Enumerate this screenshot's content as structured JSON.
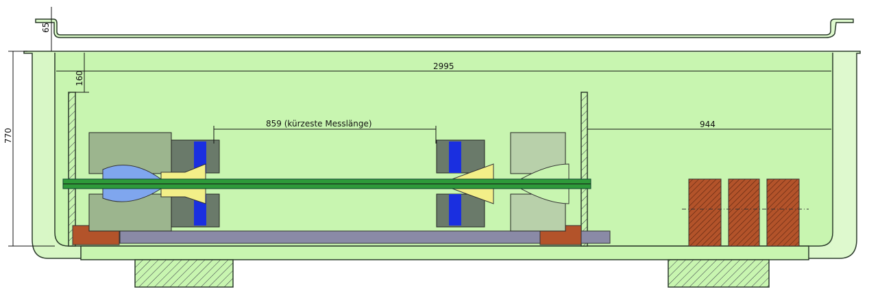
{
  "drawing": {
    "dimensions": {
      "lid_height": "65",
      "top_clearance": "160",
      "total_height": "770",
      "total_length": "2995",
      "shortest_measuring_length": "859 (kürzeste Messlänge)",
      "right_clearance": "944"
    },
    "colors": {
      "tank_fill": "#c8f5b0",
      "shaft": "#2e9a3a",
      "blue_part": "#7fa6ee",
      "yellow_part": "#f3ef88",
      "pipe": "#8a8aa6",
      "copper": "#b3532a",
      "coil_blue": "#1a2fe0"
    }
  }
}
